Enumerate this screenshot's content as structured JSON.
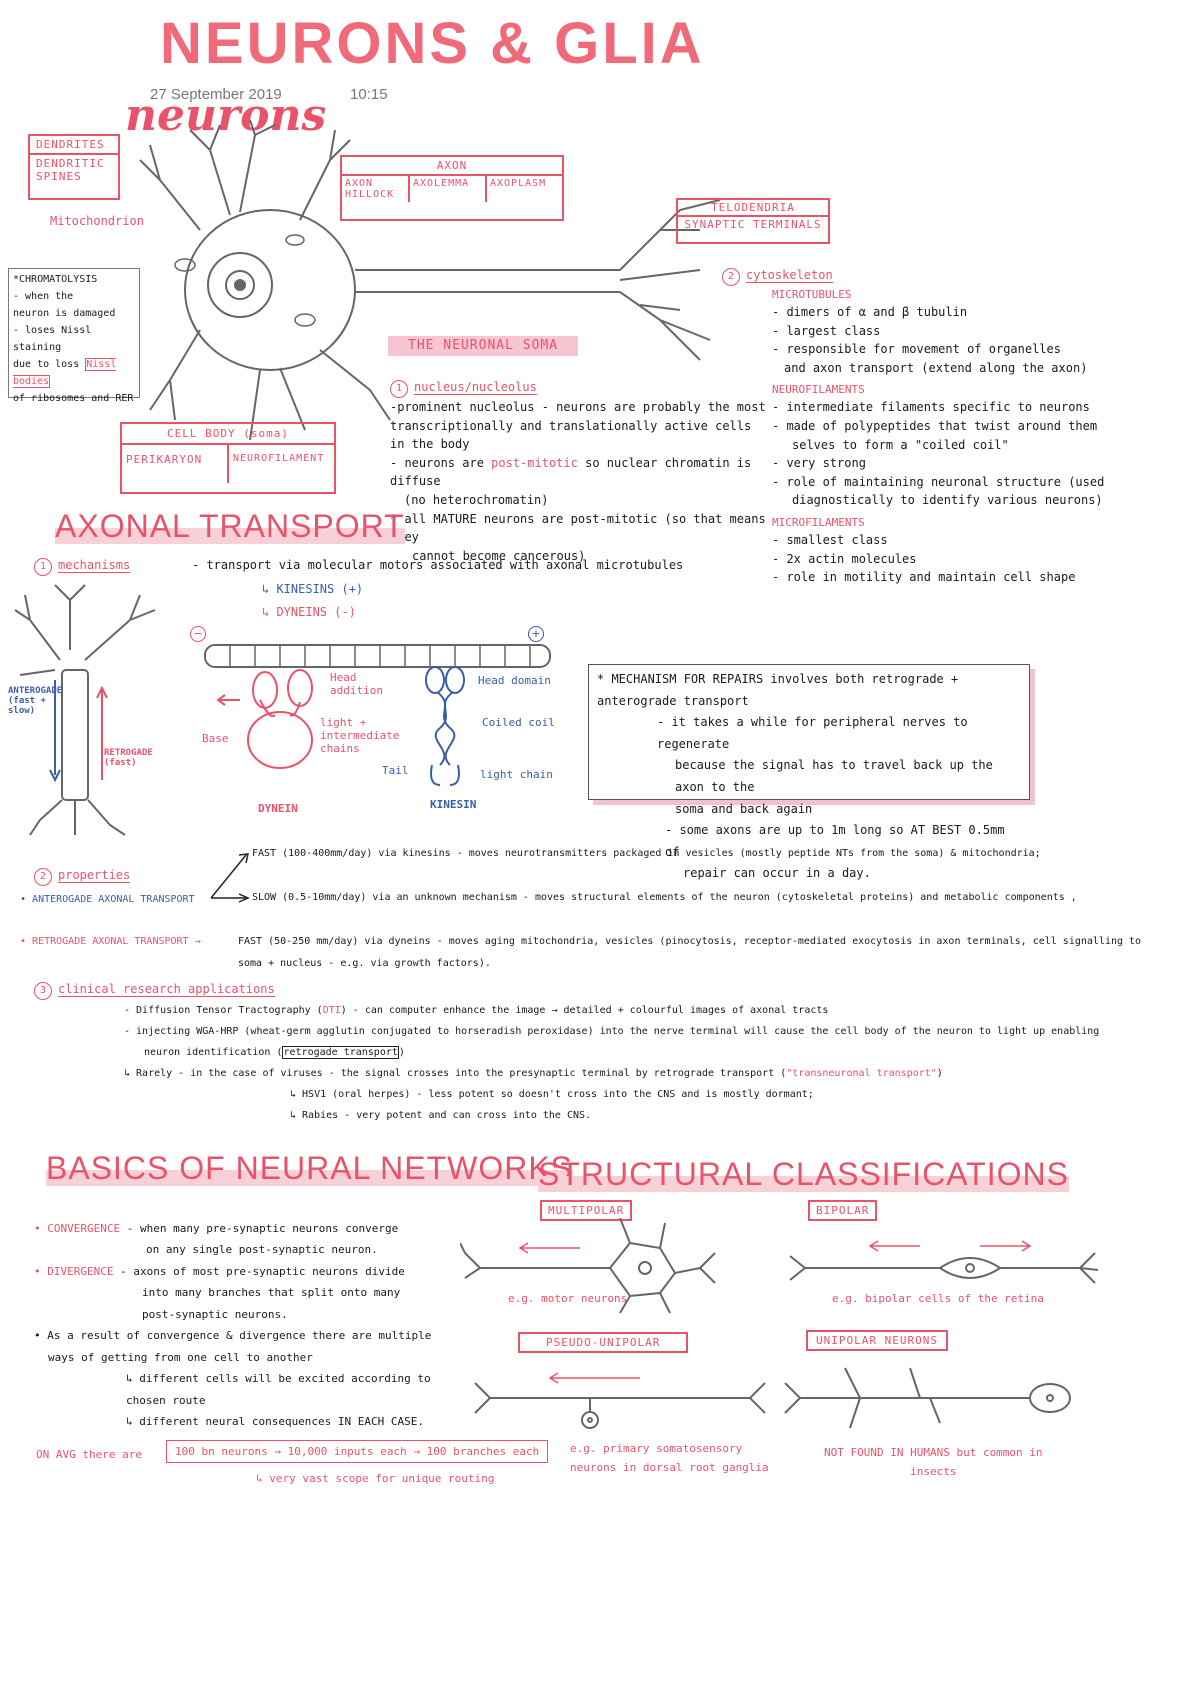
{
  "header": {
    "title": "NEURONS & GLIA",
    "date": "27 September 2019",
    "time": "10:15",
    "subtitle": "neurons"
  },
  "neuron_diagram": {
    "dendrites_box": {
      "title": "DENDRITES",
      "sub": "DENDRITIC SPINES"
    },
    "mitochondrion": "Mitochondrion",
    "axon_box": {
      "title": "AXON",
      "cells": [
        "AXON HILLOCK",
        "AXOLEMMA",
        "AXOPLASM"
      ]
    },
    "telodendria_box": {
      "title": "TELODENDRIA",
      "sub": "SYNAPTIC TERMINALS"
    },
    "chromatolysis": [
      "*CHROMATOLYSIS",
      "- when the",
      "neuron is damaged",
      "- loses Nissl staining",
      "due to loss",
      "Nissl bodies",
      "of ribosomes and RER"
    ],
    "cell_body_box": {
      "title": "CELL BODY (soma)",
      "cells": [
        "PERIKARYON",
        "NEUROFILAMENT"
      ]
    }
  },
  "soma_section": {
    "heading": "THE NEURONAL SOMA",
    "item1_title": "nucleus/nucleolus",
    "lines": [
      "-prominent nucleolus - neurons are probably the most",
      "transcriptionally and translationally active cells in the body",
      "- neurons are",
      "post-mitotic",
      "so nuclear chromatin is diffuse",
      "(no heterochromatin)",
      "* all MATURE neurons are post-mitotic (so that means they",
      "cannot become cancerous)"
    ]
  },
  "cytoskeleton": {
    "title": "cytoskeleton",
    "microtubules": {
      "head": "MICROTUBULES",
      "lines": [
        "- dimers of α and β tubulin",
        "- largest class",
        "- responsible for movement of organelles",
        "and axon transport (extend along the axon)"
      ]
    },
    "neurofilaments": {
      "head": "NEUROFILAMENTS",
      "lines": [
        "- intermediate filaments specific to neurons",
        "- made of polypeptides that twist around them",
        "selves to form a \"coiled coil\"",
        "- very strong",
        "- role of maintaining neuronal structure (used",
        "diagnostically to identify various neurons)"
      ]
    },
    "microfilaments": {
      "head": "MICROFILAMENTS",
      "lines": [
        "- smallest class",
        "- 2x actin molecules",
        "- role in motility and maintain cell shape"
      ]
    }
  },
  "axonal_transport": {
    "heading": "AXONAL TRANSPORT",
    "mechanisms_title": "mechanisms",
    "mechanisms_line": "- transport via molecular motors associated with axonal microtubules",
    "kinesins": "↳ KINESINS (+)",
    "dyneins": "↳ DYNEINS (-)",
    "anterograde_label": "ANTEROGADE (fast + slow)",
    "retrograde_label": "RETROGADE (fast)",
    "minus": "−",
    "plus": "+",
    "dynein_labels": [
      "Head addition",
      "light + intermediate chains",
      "Base"
    ],
    "kinesin_labels": [
      "Head domain",
      "Coiled coil",
      "Tail",
      "light chain"
    ],
    "dynein_name": "DYNEIN",
    "kinesin_name": "KINESIN",
    "repairs_box": [
      "* MECHANISM FOR REPAIRS involves both retrograde + anterograde transport",
      "- it takes a while for peripheral nerves to regenerate",
      "because the signal has to travel back up the axon to the",
      "soma and back again",
      "- some axons are up to 1m long so AT BEST 0.5mm of",
      "repair can occur in a day."
    ],
    "properties_title": "properties",
    "antero_head": "ANTEROGADE AXONAL TRANSPORT",
    "antero_fast": "FAST (100-400mm/day) via kinesins - moves neurotransmitters packaged in vesicles (mostly peptide NTs from the soma) & mitochondria;",
    "antero_slow": "SLOW (0.5-10mm/day) via an unknown mechanism - moves structural elements of the neuron (cytoskeletal proteins) and metabolic components ,",
    "retro_head": "RETROGADE AXONAL TRANSPORT →",
    "retro_fast1": "FAST (50-250 mm/day) via dyneins - moves aging mitochondria, vesicles (pinocytosis, receptor-mediated exocytosis in axon terminals, cell signalling to",
    "retro_fast2": "soma + nucleus - e.g. via growth factors).",
    "clinical_title": "clinical research applications",
    "clinical_lines": [
      "- Diffusion Tensor Tractography (",
      "DTI",
      ") - can computer enhance the image → detailed + colourful images of axonal tracts",
      "- injecting WGA-HRP (wheat-germ agglutin conjugated to horseradish peroxidase) into the nerve terminal will cause the cell body of the neuron to light up enabling",
      "neuron identification (",
      "retrogade transport",
      ")",
      "↳ Rarely - in the case of viruses - the signal crosses into the presynaptic terminal by retrograde transport (",
      "\"transneuronal transport\"",
      ")",
      "↳ HSV1 (oral herpes) - less potent so doesn't cross into the CNS and is mostly dormant;",
      "↳ Rabies - very potent and can cross into the CNS."
    ]
  },
  "networks": {
    "heading": "BASICS OF NEURAL NETWORKS",
    "convergence_head": "• CONVERGENCE",
    "convergence": [
      "- when many pre-synaptic neurons converge",
      "on any single post-synaptic neuron."
    ],
    "divergence_head": "• DIVERGENCE",
    "divergence": [
      "- axons of most pre-synaptic neurons divide",
      "into many branches that split onto many",
      "post-synaptic neurons."
    ],
    "result": [
      "• As a result of convergence & divergence there are multiple",
      "ways of getting from one cell to another",
      "↳ different cells will be excited according to chosen route",
      "↳ different neural consequences IN EACH CASE."
    ],
    "avg_prefix": "ON AVG there are",
    "avg_box": "100 bn neurons → 10,000 inputs each → 100 branches each",
    "avg_sub": "↳ very vast scope for unique routing"
  },
  "structural": {
    "heading": "STRUCTURAL CLASSIFICATIONS",
    "multipolar": "MULTIPOLAR",
    "multipolar_eg": "e.g. motor neurons",
    "bipolar": "BIPOLAR",
    "bipolar_eg": "e.g. bipolar cells of the retina",
    "pseudo": "PSEUDO-UNIPOLAR",
    "pseudo_eg": [
      "e.g. primary somatosensory",
      "neurons in dorsal root ganglia"
    ],
    "unipolar": "UNIPOLAR NEURONS",
    "unipolar_eg": [
      "NOT FOUND IN HUMANS but common in",
      "insects"
    ]
  },
  "colors": {
    "accent": "#e8536a",
    "title": "#f06a7a",
    "blue": "#3a5da8",
    "highlight": "#f7c6d2"
  }
}
